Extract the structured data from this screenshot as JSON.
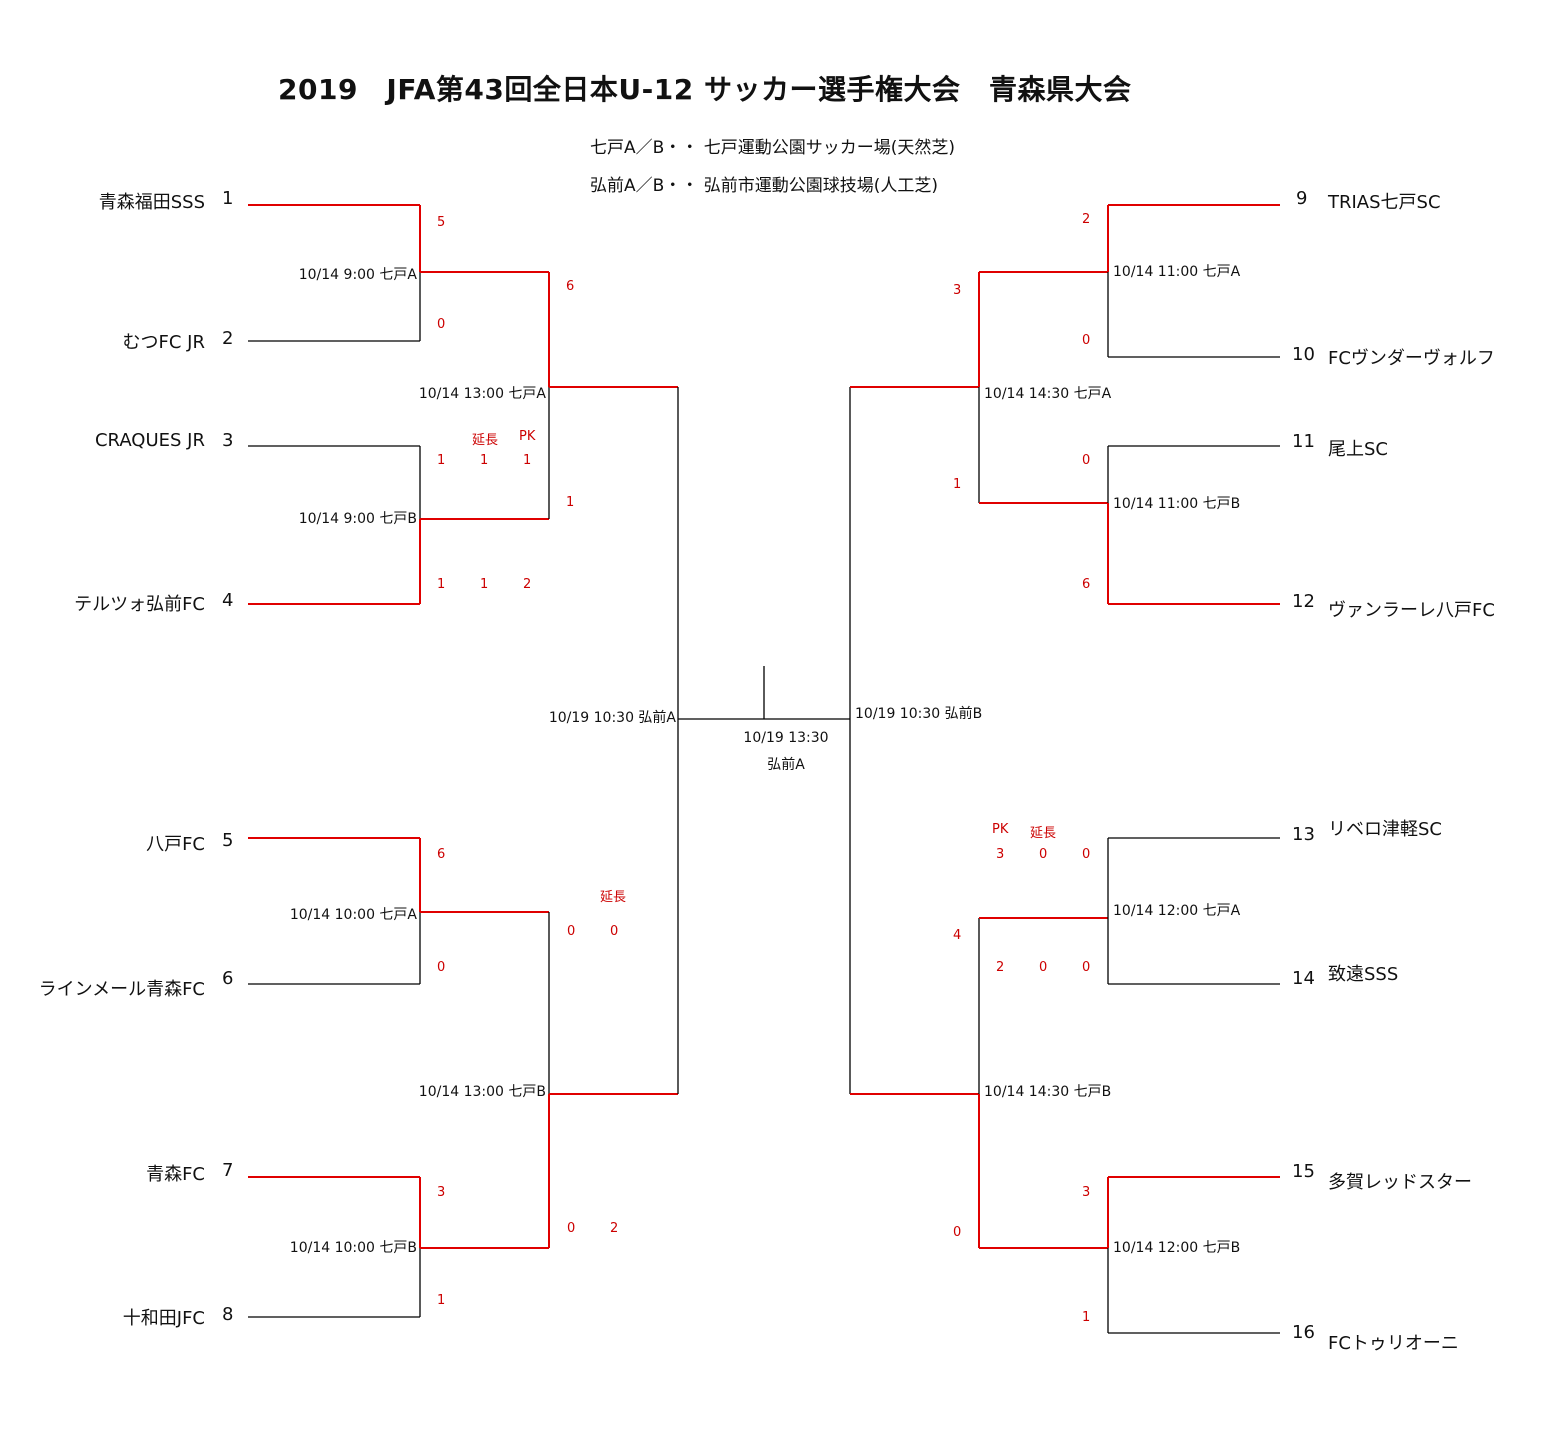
{
  "title": "2019　JFA第43回全日本U-12 サッカー選手権大会　青森県大会",
  "venues": [
    "七戸A／B・・ 七戸運動公園サッカー場(天然芝)",
    "弘前A／B・・ 弘前市運動公園球技場(人工芝)"
  ],
  "colors": {
    "winner": "#e00000",
    "line": "#000000",
    "score": "#cc0000"
  },
  "teams_left": [
    {
      "seed": "1",
      "name": "青森福田SSS"
    },
    {
      "seed": "2",
      "name": "むつFC JR"
    },
    {
      "seed": "3",
      "name": "CRAQUES JR"
    },
    {
      "seed": "4",
      "name": "テルツォ弘前FC"
    },
    {
      "seed": "5",
      "name": "八戸FC"
    },
    {
      "seed": "6",
      "name": "ラインメール青森FC"
    },
    {
      "seed": "7",
      "name": "青森FC"
    },
    {
      "seed": "8",
      "name": "十和田JFC"
    }
  ],
  "teams_right": [
    {
      "seed": "9",
      "name": "TRIAS七戸SC"
    },
    {
      "seed": "10",
      "name": "FCヴンダーヴォルフ"
    },
    {
      "seed": "11",
      "name": "尾上SC"
    },
    {
      "seed": "12",
      "name": "ヴァンラーレ八戸FC"
    },
    {
      "seed": "13",
      "name": "リベロ津軽SC"
    },
    {
      "seed": "14",
      "name": "致遠SSS"
    },
    {
      "seed": "15",
      "name": "多賀レッドスター"
    },
    {
      "seed": "16",
      "name": "FCトゥリオーニ"
    }
  ],
  "matches": {
    "m1": "10/14 9:00 七戸A",
    "m2": "10/14 9:00 七戸B",
    "m3": "10/14 10:00 七戸A",
    "m4": "10/14 10:00 七戸B",
    "m5": "10/14 11:00 七戸A",
    "m6": "10/14 11:00 七戸B",
    "m7": "10/14 12:00 七戸A",
    "m8": "10/14 12:00 七戸B",
    "q1": "10/14 13:00 七戸A",
    "q2": "10/14 13:00 七戸B",
    "q3": "10/14 14:30 七戸A",
    "q4": "10/14 14:30 七戸B",
    "s1": "10/19 10:30 弘前A",
    "s2": "10/19 10:30 弘前B",
    "final_time": "10/19 13:30",
    "final_venue": "弘前A"
  },
  "scores": {
    "m1": [
      "5",
      "0"
    ],
    "m2": {
      "header": [
        "延長",
        "PK"
      ],
      "top": [
        "1",
        "1",
        "1"
      ],
      "bottom": [
        "1",
        "1",
        "2"
      ]
    },
    "m3": [
      "6",
      "0"
    ],
    "m4": [
      "3",
      "1"
    ],
    "m5": [
      "2",
      "0"
    ],
    "m6": [
      "0",
      "6"
    ],
    "m7": {
      "header": [
        "PK",
        "延長"
      ],
      "top": [
        "3",
        "0",
        "0"
      ],
      "bottom": [
        "2",
        "0",
        "0"
      ]
    },
    "m8": [
      "3",
      "1"
    ],
    "q1": [
      "6",
      "1"
    ],
    "q2": {
      "header": [
        "延長"
      ],
      "top": [
        "0",
        "0"
      ],
      "bottom": [
        "0",
        "2"
      ]
    },
    "q3": [
      "3",
      "1"
    ],
    "q4": [
      "4",
      "0"
    ]
  }
}
